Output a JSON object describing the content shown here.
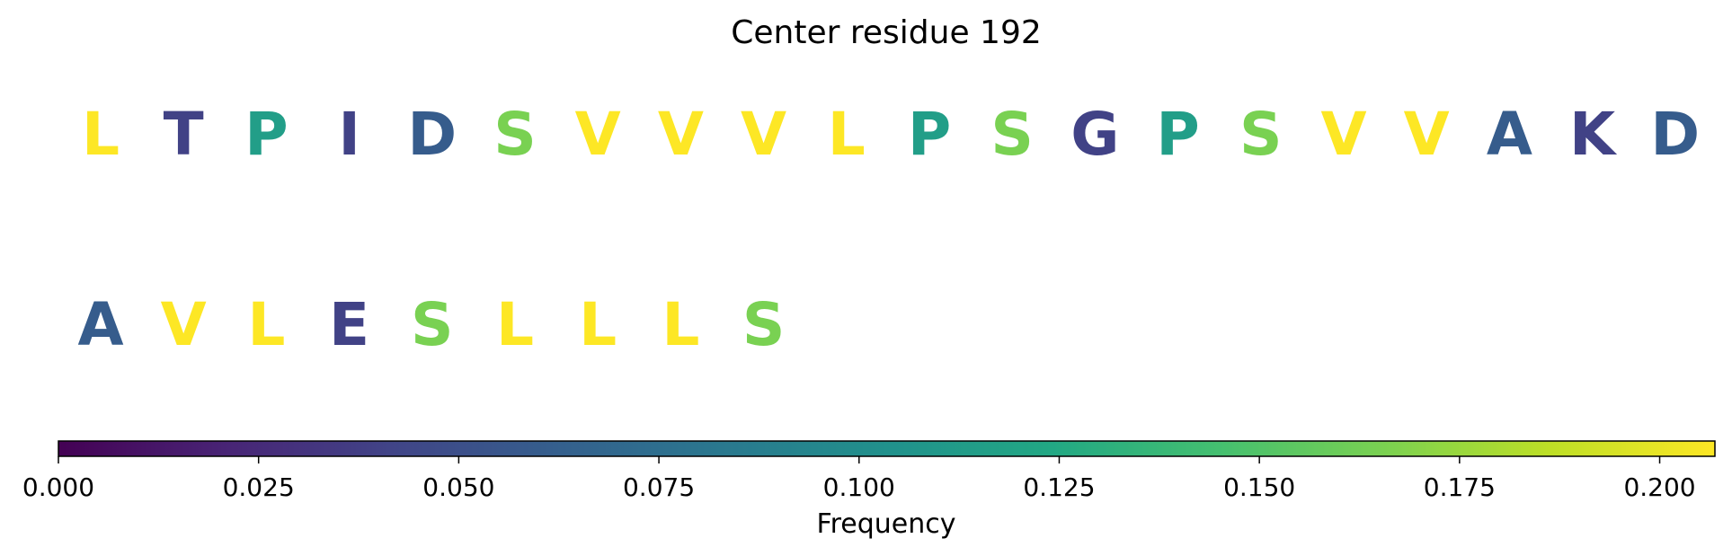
{
  "chart_data": {
    "type": "sequence_logo_colorbar",
    "title": "Center residue 192",
    "rows": [
      {
        "residues": [
          {
            "letter": "L",
            "frequency": 0.21
          },
          {
            "letter": "T",
            "frequency": 0.04
          },
          {
            "letter": "P",
            "frequency": 0.115
          },
          {
            "letter": "I",
            "frequency": 0.04
          },
          {
            "letter": "D",
            "frequency": 0.06
          },
          {
            "letter": "S",
            "frequency": 0.165
          },
          {
            "letter": "V",
            "frequency": 0.21
          },
          {
            "letter": "V",
            "frequency": 0.21
          },
          {
            "letter": "V",
            "frequency": 0.21
          },
          {
            "letter": "L",
            "frequency": 0.21
          },
          {
            "letter": "P",
            "frequency": 0.115
          },
          {
            "letter": "S",
            "frequency": 0.165
          },
          {
            "letter": "G",
            "frequency": 0.04
          },
          {
            "letter": "P",
            "frequency": 0.115
          },
          {
            "letter": "S",
            "frequency": 0.165
          },
          {
            "letter": "V",
            "frequency": 0.21
          },
          {
            "letter": "V",
            "frequency": 0.21
          },
          {
            "letter": "A",
            "frequency": 0.06
          },
          {
            "letter": "K",
            "frequency": 0.04
          },
          {
            "letter": "D",
            "frequency": 0.06
          }
        ]
      },
      {
        "residues": [
          {
            "letter": "A",
            "frequency": 0.06
          },
          {
            "letter": "V",
            "frequency": 0.21
          },
          {
            "letter": "L",
            "frequency": 0.21
          },
          {
            "letter": "E",
            "frequency": 0.04
          },
          {
            "letter": "S",
            "frequency": 0.165
          },
          {
            "letter": "L",
            "frequency": 0.21
          },
          {
            "letter": "L",
            "frequency": 0.21
          },
          {
            "letter": "L",
            "frequency": 0.21
          },
          {
            "letter": "S",
            "frequency": 0.165
          }
        ]
      }
    ],
    "colorbar": {
      "label": "Frequency",
      "colormap": "viridis",
      "range": [
        0,
        0.2069
      ],
      "ticks": [
        0,
        0.025,
        0.05,
        0.075,
        0.1,
        0.125,
        0.15,
        0.175,
        0.2
      ],
      "tick_labels": [
        "0.000",
        "0.025",
        "0.050",
        "0.075",
        "0.100",
        "0.125",
        "0.150",
        "0.175",
        "0.200"
      ]
    }
  }
}
